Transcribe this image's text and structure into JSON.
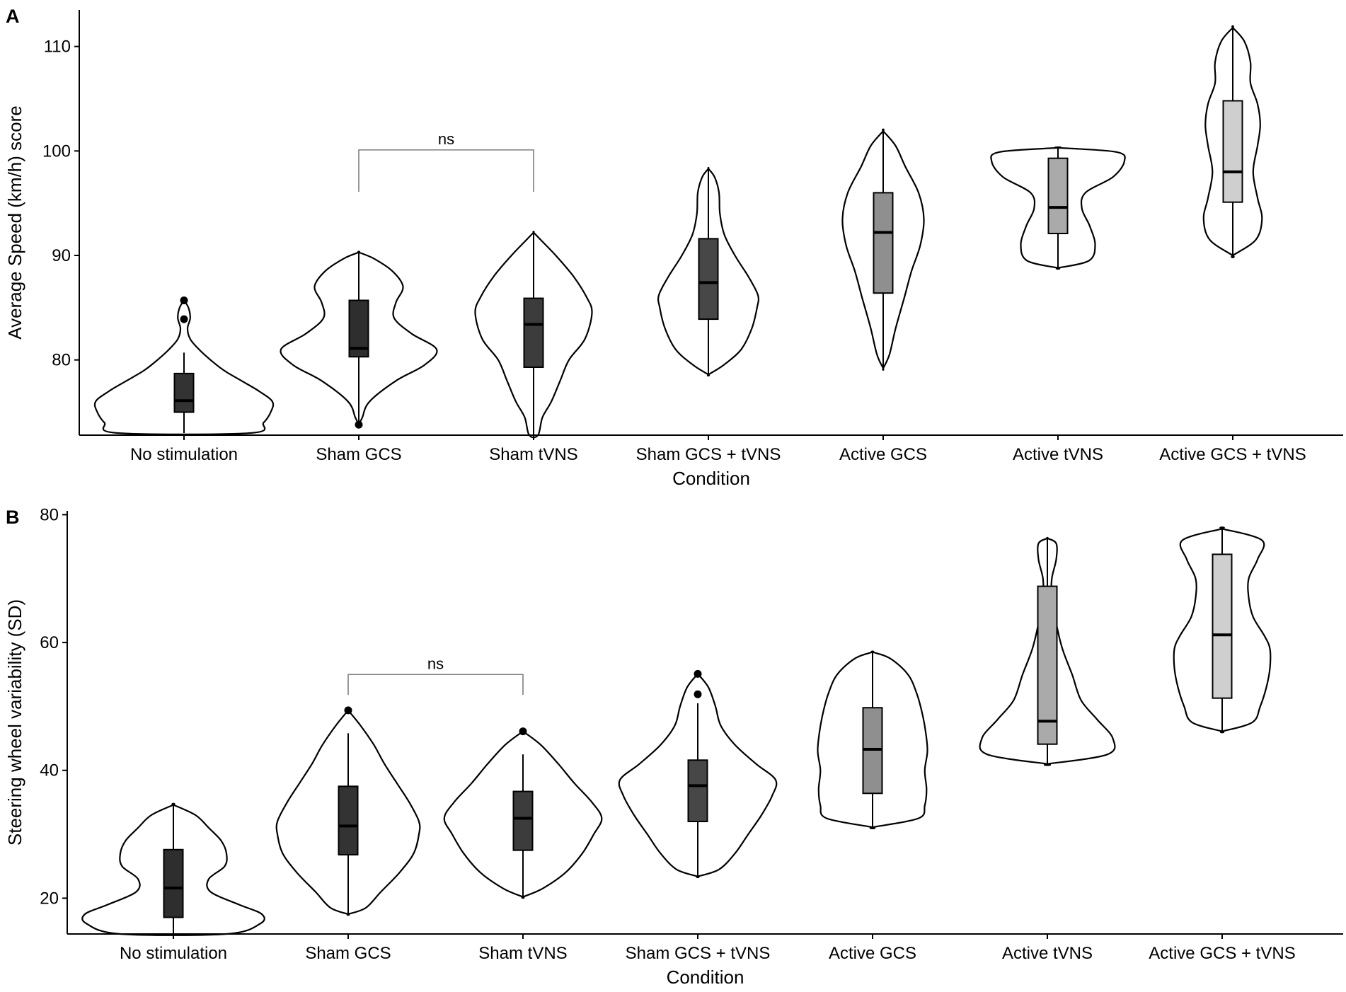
{
  "chart_data": [
    {
      "panel_label": "A",
      "type": "violin",
      "xlabel": "Condition",
      "ylabel": "Average Speed (km/h) score",
      "ylim": [
        72.8,
        113.5
      ],
      "yticks": [
        80,
        90,
        100,
        110
      ],
      "categories": [
        "No stimulation",
        "Sham GCS",
        "Sham tVNS",
        "Sham GCS + tVNS",
        "Active GCS",
        "Active tVNS",
        "Active GCS + tVNS"
      ],
      "groups": [
        {
          "category": "No stimulation",
          "fill": "#333333",
          "min": 73.0,
          "q1": 75.0,
          "median": 76.1,
          "q3": 78.7,
          "whisker_max": 80.7,
          "max": 85.7,
          "outliers": [
            83.9,
            85.7
          ],
          "density": [
            [
              73.0,
              0.75
            ],
            [
              74.0,
              0.9
            ],
            [
              75.0,
              0.98
            ],
            [
              76.0,
              1.0
            ],
            [
              77.0,
              0.85
            ],
            [
              78.0,
              0.65
            ],
            [
              79.0,
              0.45
            ],
            [
              80.0,
              0.3
            ],
            [
              81.0,
              0.17
            ],
            [
              82.0,
              0.07
            ],
            [
              83.0,
              0.04
            ],
            [
              84.0,
              0.07
            ],
            [
              85.0,
              0.05
            ],
            [
              85.7,
              0.0
            ]
          ]
        },
        {
          "category": "Sham GCS",
          "fill": "#2e2e2e",
          "min": 73.8,
          "q1": 80.3,
          "median": 81.1,
          "q3": 85.7,
          "whisker_max": 90.3,
          "max": 90.3,
          "outliers": [
            73.8
          ],
          "density": [
            [
              73.8,
              0.0
            ],
            [
              74.5,
              0.04
            ],
            [
              76.0,
              0.12
            ],
            [
              78.0,
              0.42
            ],
            [
              79.5,
              0.74
            ],
            [
              81.0,
              0.88
            ],
            [
              82.5,
              0.6
            ],
            [
              84.0,
              0.4
            ],
            [
              85.5,
              0.42
            ],
            [
              87.0,
              0.5
            ],
            [
              88.5,
              0.38
            ],
            [
              89.7,
              0.17
            ],
            [
              90.3,
              0.0
            ]
          ]
        },
        {
          "category": "Sham tVNS",
          "fill": "#3c3c3c",
          "min": 72.8,
          "q1": 79.3,
          "median": 83.4,
          "q3": 85.9,
          "whisker_max": 92.2,
          "max": 92.2,
          "outliers": [],
          "density": [
            [
              72.8,
              0.05
            ],
            [
              74.5,
              0.1
            ],
            [
              76.0,
              0.2
            ],
            [
              78.0,
              0.3
            ],
            [
              80.0,
              0.4
            ],
            [
              82.0,
              0.58
            ],
            [
              84.5,
              0.66
            ],
            [
              86.0,
              0.6
            ],
            [
              88.0,
              0.45
            ],
            [
              90.0,
              0.25
            ],
            [
              91.5,
              0.08
            ],
            [
              92.2,
              0.0
            ]
          ]
        },
        {
          "category": "Sham GCS + tVNS",
          "fill": "#474747",
          "min": 78.6,
          "q1": 83.9,
          "median": 87.4,
          "q3": 91.6,
          "whisker_max": 98.3,
          "max": 98.3,
          "outliers": [],
          "density": [
            [
              78.6,
              0.0
            ],
            [
              79.5,
              0.17
            ],
            [
              81.0,
              0.37
            ],
            [
              83.0,
              0.49
            ],
            [
              85.0,
              0.55
            ],
            [
              86.2,
              0.56
            ],
            [
              88.0,
              0.45
            ],
            [
              90.0,
              0.3
            ],
            [
              92.0,
              0.18
            ],
            [
              94.0,
              0.13
            ],
            [
              96.0,
              0.12
            ],
            [
              97.5,
              0.07
            ],
            [
              98.3,
              0.0
            ]
          ]
        },
        {
          "category": "Active GCS",
          "fill": "#8f8f8f",
          "min": 79.2,
          "q1": 86.4,
          "median": 92.2,
          "q3": 96.0,
          "whisker_max": 101.9,
          "max": 101.9,
          "outliers": [],
          "density": [
            [
              79.2,
              0.0
            ],
            [
              80.5,
              0.07
            ],
            [
              83.0,
              0.14
            ],
            [
              86.0,
              0.24
            ],
            [
              88.5,
              0.32
            ],
            [
              91.0,
              0.42
            ],
            [
              93.5,
              0.46
            ],
            [
              96.0,
              0.4
            ],
            [
              98.5,
              0.25
            ],
            [
              100.5,
              0.14
            ],
            [
              101.9,
              0.0
            ]
          ]
        },
        {
          "category": "Active tVNS",
          "fill": "#aaaaaa",
          "min": 88.8,
          "q1": 92.1,
          "median": 94.6,
          "q3": 99.3,
          "whisker_max": 100.3,
          "max": 100.3,
          "outliers": [],
          "density": [
            [
              88.8,
              0.0
            ],
            [
              89.5,
              0.35
            ],
            [
              91.0,
              0.42
            ],
            [
              92.8,
              0.36
            ],
            [
              94.5,
              0.27
            ],
            [
              96.0,
              0.31
            ],
            [
              97.5,
              0.62
            ],
            [
              99.0,
              0.75
            ],
            [
              99.9,
              0.66
            ],
            [
              100.3,
              0.0
            ]
          ]
        },
        {
          "category": "Active GCS + tVNS",
          "fill": "#cfcfcf",
          "min": 90.0,
          "q1": 95.1,
          "median": 98.0,
          "q3": 104.8,
          "whisker_max": 111.8,
          "max": 111.8,
          "outliers": [],
          "density": [
            [
              90.0,
              0.0
            ],
            [
              91.5,
              0.26
            ],
            [
              93.5,
              0.33
            ],
            [
              95.5,
              0.28
            ],
            [
              98.0,
              0.23
            ],
            [
              100.5,
              0.28
            ],
            [
              102.5,
              0.31
            ],
            [
              104.5,
              0.28
            ],
            [
              106.5,
              0.2
            ],
            [
              108.5,
              0.2
            ],
            [
              110.5,
              0.13
            ],
            [
              111.8,
              0.0
            ]
          ]
        }
      ],
      "annotation": {
        "text": "ns",
        "from": "Sham GCS",
        "to": "Sham tVNS",
        "y": 100.1,
        "drop": 96.1
      }
    },
    {
      "panel_label": "B",
      "type": "violin",
      "xlabel": "Condition",
      "ylabel": "Steering wheel variability (SD)",
      "ylim": [
        14.4,
        80.6
      ],
      "yticks": [
        20,
        40,
        60,
        80
      ],
      "categories": [
        "No stimulation",
        "Sham GCS",
        "Sham tVNS",
        "Sham GCS + tVNS",
        "Active GCS",
        "Active tVNS",
        "Active GCS + tVNS"
      ],
      "groups": [
        {
          "category": "No stimulation",
          "fill": "#2e2e2e",
          "min": 14.4,
          "q1": 17.0,
          "median": 21.6,
          "q3": 27.6,
          "whisker_max": 34.6,
          "max": 34.6,
          "outliers": [],
          "density": [
            [
              14.4,
              0.6
            ],
            [
              16.0,
              0.98
            ],
            [
              17.5,
              1.0
            ],
            [
              19.0,
              0.74
            ],
            [
              21.0,
              0.42
            ],
            [
              23.0,
              0.4
            ],
            [
              25.0,
              0.58
            ],
            [
              27.0,
              0.6
            ],
            [
              29.0,
              0.54
            ],
            [
              31.0,
              0.4
            ],
            [
              33.0,
              0.25
            ],
            [
              34.6,
              0.0
            ]
          ]
        },
        {
          "category": "Sham GCS",
          "fill": "#333333",
          "min": 17.5,
          "q1": 26.8,
          "median": 31.3,
          "q3": 37.5,
          "whisker_max": 45.8,
          "max": 49.4,
          "outliers": [
            49.4
          ],
          "density": [
            [
              17.5,
              0.0
            ],
            [
              18.5,
              0.2
            ],
            [
              21.0,
              0.37
            ],
            [
              24.0,
              0.58
            ],
            [
              27.0,
              0.74
            ],
            [
              30.0,
              0.8
            ],
            [
              32.0,
              0.8
            ],
            [
              35.0,
              0.69
            ],
            [
              38.0,
              0.55
            ],
            [
              41.0,
              0.41
            ],
            [
              44.0,
              0.29
            ],
            [
              47.0,
              0.14
            ],
            [
              49.4,
              0.0
            ]
          ]
        },
        {
          "category": "Sham tVNS",
          "fill": "#3c3c3c",
          "min": 20.2,
          "q1": 27.5,
          "median": 32.5,
          "q3": 36.7,
          "whisker_max": 42.5,
          "max": 46.1,
          "outliers": [
            46.1
          ],
          "density": [
            [
              20.2,
              0.0
            ],
            [
              21.5,
              0.22
            ],
            [
              24.0,
              0.48
            ],
            [
              27.0,
              0.67
            ],
            [
              30.0,
              0.8
            ],
            [
              32.5,
              0.89
            ],
            [
              35.0,
              0.78
            ],
            [
              38.0,
              0.58
            ],
            [
              41.0,
              0.4
            ],
            [
              44.0,
              0.2
            ],
            [
              46.1,
              0.0
            ]
          ]
        },
        {
          "category": "Sham GCS + tVNS",
          "fill": "#474747",
          "min": 23.4,
          "q1": 32.0,
          "median": 37.6,
          "q3": 41.6,
          "whisker_max": 50.5,
          "max": 55.1,
          "outliers": [
            51.9,
            55.1
          ],
          "density": [
            [
              23.4,
              0.0
            ],
            [
              24.5,
              0.24
            ],
            [
              27.0,
              0.42
            ],
            [
              30.0,
              0.57
            ],
            [
              33.0,
              0.72
            ],
            [
              36.0,
              0.84
            ],
            [
              38.5,
              0.88
            ],
            [
              41.0,
              0.66
            ],
            [
              44.0,
              0.42
            ],
            [
              47.0,
              0.26
            ],
            [
              50.0,
              0.2
            ],
            [
              53.0,
              0.12
            ],
            [
              55.1,
              0.0
            ]
          ]
        },
        {
          "category": "Active GCS",
          "fill": "#8f8f8f",
          "min": 31.1,
          "q1": 36.4,
          "median": 43.3,
          "q3": 49.8,
          "whisker_max": 58.5,
          "max": 58.5,
          "outliers": [],
          "density": [
            [
              31.1,
              0.0
            ],
            [
              32.5,
              0.52
            ],
            [
              34.5,
              0.59
            ],
            [
              37.0,
              0.61
            ],
            [
              40.0,
              0.59
            ],
            [
              43.0,
              0.62
            ],
            [
              46.0,
              0.6
            ],
            [
              49.0,
              0.56
            ],
            [
              52.0,
              0.5
            ],
            [
              55.0,
              0.4
            ],
            [
              57.5,
              0.2
            ],
            [
              58.5,
              0.0
            ]
          ]
        },
        {
          "category": "Active tVNS",
          "fill": "#aaaaaa",
          "min": 41.0,
          "q1": 44.1,
          "median": 47.7,
          "q3": 68.8,
          "whisker_max": 76.3,
          "max": 76.3,
          "outliers": [],
          "density": [
            [
              41.0,
              0.0
            ],
            [
              42.5,
              0.68
            ],
            [
              45.0,
              0.74
            ],
            [
              48.0,
              0.56
            ],
            [
              51.0,
              0.38
            ],
            [
              55.0,
              0.28
            ],
            [
              59.0,
              0.17
            ],
            [
              63.0,
              0.1
            ],
            [
              67.0,
              0.05
            ],
            [
              70.0,
              0.05
            ],
            [
              73.0,
              0.1
            ],
            [
              75.5,
              0.1
            ],
            [
              76.3,
              0.0
            ]
          ]
        },
        {
          "category": "Active GCS + tVNS",
          "fill": "#cfcfcf",
          "min": 46.1,
          "q1": 51.3,
          "median": 61.2,
          "q3": 73.8,
          "whisker_max": 77.8,
          "max": 77.8,
          "outliers": [],
          "density": [
            [
              46.1,
              0.0
            ],
            [
              47.5,
              0.34
            ],
            [
              50.0,
              0.43
            ],
            [
              53.0,
              0.5
            ],
            [
              56.0,
              0.54
            ],
            [
              59.0,
              0.54
            ],
            [
              61.0,
              0.48
            ],
            [
              64.0,
              0.35
            ],
            [
              67.0,
              0.3
            ],
            [
              70.0,
              0.3
            ],
            [
              73.0,
              0.4
            ],
            [
              76.0,
              0.45
            ],
            [
              77.8,
              0.0
            ]
          ]
        }
      ],
      "annotation": {
        "text": "ns",
        "from": "Sham GCS",
        "to": "Sham tVNS",
        "y": 55.0,
        "drop": 51.8
      }
    }
  ]
}
